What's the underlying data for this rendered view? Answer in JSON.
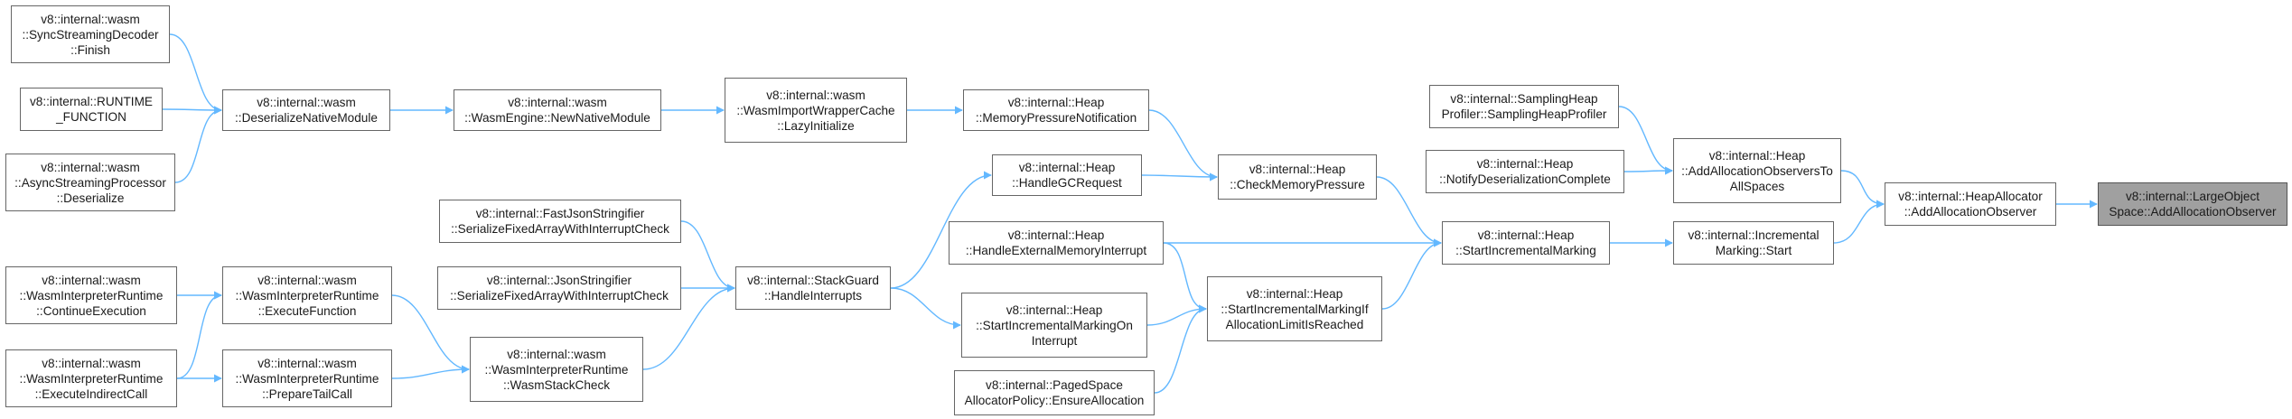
{
  "graph": {
    "edge_color": "#63b8ff",
    "node_border": "#666666",
    "target_fill": "#a0a0a0",
    "nodes": [
      {
        "id": "sync_finish",
        "lines": [
          "v8::internal::wasm",
          "::SyncStreamingDecoder",
          "::Finish"
        ]
      },
      {
        "id": "runtime_function",
        "lines": [
          "v8::internal::RUNTIME",
          "_FUNCTION"
        ]
      },
      {
        "id": "async_deserialize",
        "lines": [
          "v8::internal::wasm",
          "::AsyncStreamingProcessor",
          "::Deserialize"
        ]
      },
      {
        "id": "deserialize_native",
        "lines": [
          "v8::internal::wasm",
          "::DeserializeNativeModule"
        ]
      },
      {
        "id": "new_native_module",
        "lines": [
          "v8::internal::wasm",
          "::WasmEngine::NewNativeModule"
        ]
      },
      {
        "id": "lazy_initialize",
        "lines": [
          "v8::internal::wasm",
          "::WasmImportWrapperCache",
          "::LazyInitialize"
        ]
      },
      {
        "id": "memory_pressure",
        "lines": [
          "v8::internal::Heap",
          "::MemoryPressureNotification"
        ]
      },
      {
        "id": "handle_gc_request",
        "lines": [
          "v8::internal::Heap",
          "::HandleGCRequest"
        ]
      },
      {
        "id": "check_memory_pressure",
        "lines": [
          "v8::internal::Heap",
          "::CheckMemoryPressure"
        ]
      },
      {
        "id": "sampling_profiler",
        "lines": [
          "v8::internal::SamplingHeap",
          "Profiler::SamplingHeapProfiler"
        ]
      },
      {
        "id": "notify_deser",
        "lines": [
          "v8::internal::Heap",
          "::NotifyDeserializationComplete"
        ]
      },
      {
        "id": "add_observers_all",
        "lines": [
          "v8::internal::Heap",
          "::AddAllocationObserversTo",
          "AllSpaces"
        ]
      },
      {
        "id": "heap_alloc_add",
        "lines": [
          "v8::internal::HeapAllocator",
          "::AddAllocationObserver"
        ]
      },
      {
        "id": "large_object_add",
        "lines": [
          "v8::internal::LargeObject",
          "Space::AddAllocationObserver"
        ]
      },
      {
        "id": "fast_json",
        "lines": [
          "v8::internal::FastJsonStringifier",
          "::SerializeFixedArrayWithInterruptCheck"
        ]
      },
      {
        "id": "json_stringifier",
        "lines": [
          "v8::internal::JsonStringifier",
          "::SerializeFixedArrayWithInterruptCheck"
        ]
      },
      {
        "id": "handle_interrupts",
        "lines": [
          "v8::internal::StackGuard",
          "::HandleInterrupts"
        ]
      },
      {
        "id": "handle_ext_mem",
        "lines": [
          "v8::internal::Heap",
          "::HandleExternalMemoryInterrupt"
        ]
      },
      {
        "id": "start_inc_marking",
        "lines": [
          "v8::internal::Heap",
          "::StartIncrementalMarking"
        ]
      },
      {
        "id": "incremental_marking_start",
        "lines": [
          "v8::internal::Incremental",
          "Marking::Start"
        ]
      },
      {
        "id": "continue_execution",
        "lines": [
          "v8::internal::wasm",
          "::WasmInterpreterRuntime",
          "::ContinueExecution"
        ]
      },
      {
        "id": "execute_function",
        "lines": [
          "v8::internal::wasm",
          "::WasmInterpreterRuntime",
          "::ExecuteFunction"
        ]
      },
      {
        "id": "execute_indirect",
        "lines": [
          "v8::internal::wasm",
          "::WasmInterpreterRuntime",
          "::ExecuteIndirectCall"
        ]
      },
      {
        "id": "prepare_tail_call",
        "lines": [
          "v8::internal::wasm",
          "::WasmInterpreterRuntime",
          "::PrepareTailCall"
        ]
      },
      {
        "id": "wasm_stack_check",
        "lines": [
          "v8::internal::wasm",
          "::WasmInterpreterRuntime",
          "::WasmStackCheck"
        ]
      },
      {
        "id": "start_on_interrupt",
        "lines": [
          "v8::internal::Heap",
          "::StartIncrementalMarkingOn",
          "Interrupt"
        ]
      },
      {
        "id": "start_if_limit",
        "lines": [
          "v8::internal::Heap",
          "::StartIncrementalMarkingIf",
          "AllocationLimitIsReached"
        ]
      },
      {
        "id": "paged_space_ensure",
        "lines": [
          "v8::internal::PagedSpace",
          "AllocatorPolicy::EnsureAllocation"
        ]
      }
    ],
    "edges": [
      [
        "sync_finish",
        "deserialize_native"
      ],
      [
        "runtime_function",
        "deserialize_native"
      ],
      [
        "async_deserialize",
        "deserialize_native"
      ],
      [
        "deserialize_native",
        "new_native_module"
      ],
      [
        "new_native_module",
        "lazy_initialize"
      ],
      [
        "lazy_initialize",
        "memory_pressure"
      ],
      [
        "memory_pressure",
        "check_memory_pressure"
      ],
      [
        "handle_gc_request",
        "check_memory_pressure"
      ],
      [
        "check_memory_pressure",
        "start_inc_marking"
      ],
      [
        "handle_ext_mem",
        "start_inc_marking"
      ],
      [
        "handle_ext_mem",
        "start_if_limit"
      ],
      [
        "start_on_interrupt",
        "start_if_limit"
      ],
      [
        "paged_space_ensure",
        "start_if_limit"
      ],
      [
        "start_if_limit",
        "start_inc_marking"
      ],
      [
        "start_inc_marking",
        "incremental_marking_start"
      ],
      [
        "incremental_marking_start",
        "heap_alloc_add"
      ],
      [
        "sampling_profiler",
        "add_observers_all"
      ],
      [
        "notify_deser",
        "add_observers_all"
      ],
      [
        "add_observers_all",
        "heap_alloc_add"
      ],
      [
        "heap_alloc_add",
        "large_object_add"
      ],
      [
        "handle_interrupts",
        "handle_gc_request"
      ],
      [
        "handle_interrupts",
        "start_on_interrupt"
      ],
      [
        "fast_json",
        "handle_interrupts"
      ],
      [
        "json_stringifier",
        "handle_interrupts"
      ],
      [
        "wasm_stack_check",
        "handle_interrupts"
      ],
      [
        "continue_execution",
        "execute_function"
      ],
      [
        "execute_indirect",
        "execute_function"
      ],
      [
        "execute_indirect",
        "prepare_tail_call"
      ],
      [
        "execute_function",
        "wasm_stack_check"
      ],
      [
        "prepare_tail_call",
        "wasm_stack_check"
      ]
    ]
  }
}
